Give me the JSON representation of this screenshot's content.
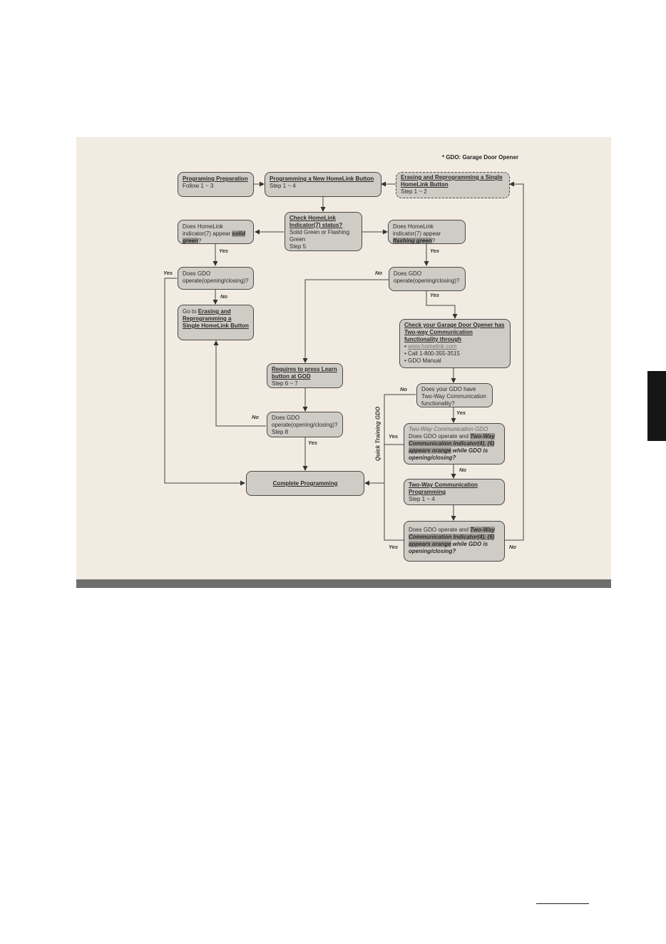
{
  "note": "* GDO: Garage Door Opener",
  "nodes": {
    "prep": {
      "title": "Programing Preparation",
      "line1": "Follow 1 ~ 3"
    },
    "newbutton": {
      "title": "Programming a New HomeLink Button",
      "line1": "Step 1 ~ 4"
    },
    "erase": {
      "title": "Erasing and Reprogramming a Single HomeLink Button",
      "line1": "Step 1 ~ 2"
    },
    "check": {
      "title": "Check HomeLink Indicator(7) status?",
      "line1": "Solid Green or Flashing Green",
      "line2": "Step 5"
    },
    "solid": {
      "pre": "Does HomeLink indicator(7) appear ",
      "hl": "solid green",
      "post": "?"
    },
    "flash": {
      "pre": "Does HomeLink indicator(7) appear ",
      "hl": "flashing green",
      "post": "?"
    },
    "gdo1": {
      "text": "Does GDO operate(opening/closing)?"
    },
    "gdo2": {
      "text": "Does GDO operate(opening/closing)?"
    },
    "goto": {
      "pre": "Go to ",
      "link": "Erasing and Reprogramming a Single HomeLink Button"
    },
    "checkgdo": {
      "title": "Check your Garage Door Opener has Two-way Communication functionality through",
      "b1": "• ",
      "b1link": "www.homelink.com",
      "b2": "• Call 1-800-355-3515",
      "b3": "• GDO Manual"
    },
    "learn": {
      "title": "Requires to press Learn button at GOD",
      "line1": "Step 6 ~ 7"
    },
    "twoway": {
      "text": "Does your GDO have Two-Way Communication functionality?"
    },
    "gdo3": {
      "text": "Does GDO operate(opening/closing)?",
      "line1": "Step 8"
    },
    "twowaygdo": {
      "sub": "Two-Way Communication GDO",
      "pre": "Does GDO operate and ",
      "hl": "Two-Way Communication Indicator(4), (6) appears orange",
      "em": " while GDO is opening/closing?"
    },
    "complete": {
      "title": "Complete Programming"
    },
    "twowayprog": {
      "title": "Two-Way Communication Programming",
      "line1": "Step 1 ~ 4"
    },
    "final": {
      "pre": "Does GDO operate and ",
      "hl": "Two-Way Communication Indicator(4), (6) appears orange",
      "em": " while GDO is opening/closing?"
    }
  },
  "labels": {
    "yes": "Yes",
    "no": "No",
    "quick": "Quick Training GDO"
  }
}
